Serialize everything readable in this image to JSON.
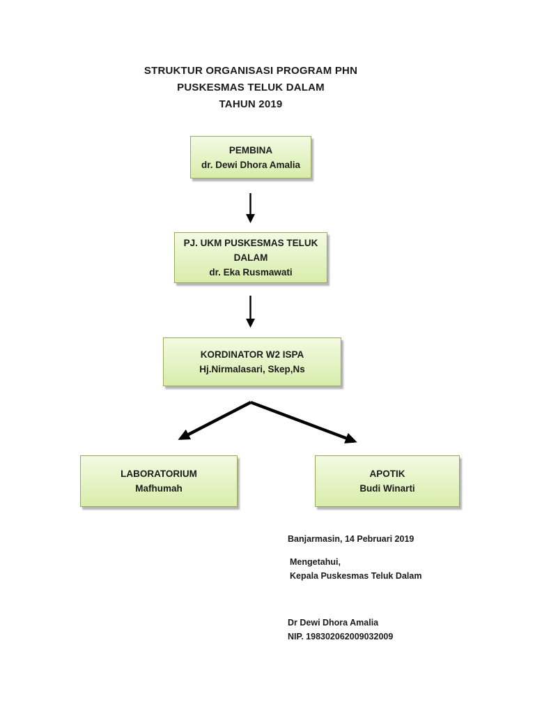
{
  "document": {
    "title_lines": [
      "STRUKTUR ORGANISASI PROGRAM PHN",
      "PUSKESMAS TELUK DALAM",
      "TAHUN 2019"
    ]
  },
  "org_chart": {
    "type": "org-hierarchy",
    "nodes": [
      {
        "id": "pembina",
        "role": "PEMBINA",
        "person": "dr. Dewi Dhora Amalia"
      },
      {
        "id": "pj-ukm",
        "role": "PJ. UKM PUSKESMAS TELUK DALAM",
        "person": "dr. Eka Rusmawati"
      },
      {
        "id": "kordinator",
        "role": "KORDINATOR W2 ISPA",
        "person": "Hj.Nirmalasari, Skep,Ns"
      },
      {
        "id": "laboratorium",
        "role": "LABORATORIUM",
        "person": "Mafhumah"
      },
      {
        "id": "apotik",
        "role": "APOTIK",
        "person": "Budi Winarti"
      }
    ],
    "edges": [
      {
        "from": "pembina",
        "to": "pj-ukm"
      },
      {
        "from": "pj-ukm",
        "to": "kordinator"
      },
      {
        "from": "kordinator",
        "to": "laboratorium"
      },
      {
        "from": "kordinator",
        "to": "apotik"
      }
    ],
    "colors": {
      "box_fill_top": "#f3fae3",
      "box_fill_bottom": "#d8edaa",
      "box_border": "#9aa85a",
      "arrow": "#000000"
    }
  },
  "signature": {
    "place_date": "Banjarmasin, 14 Pebruari 2019",
    "acknowledgement": "Mengetahui,",
    "signer_title": "Kepala Puskesmas Teluk Dalam",
    "signer_name": "Dr Dewi Dhora Amalia",
    "signer_nip": "NIP. 198302062009032009"
  }
}
